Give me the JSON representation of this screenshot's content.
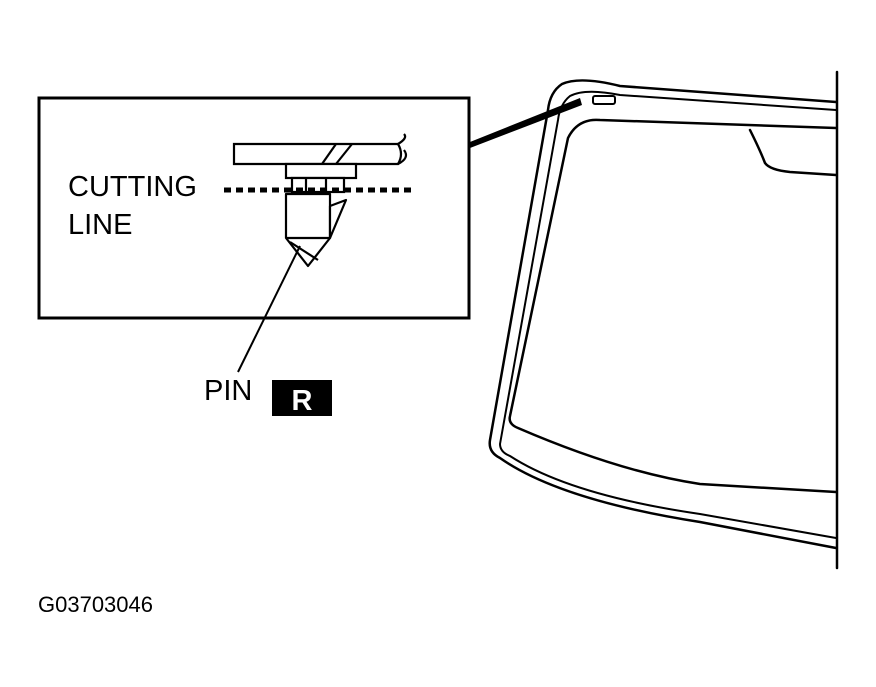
{
  "labels": {
    "cutting_line_1": "CUTTING",
    "cutting_line_2": "LINE",
    "pin": "PIN",
    "pin_badge": "R",
    "figure_code": "G03703046"
  },
  "colors": {
    "ink": "#000000",
    "paper": "#ffffff"
  }
}
